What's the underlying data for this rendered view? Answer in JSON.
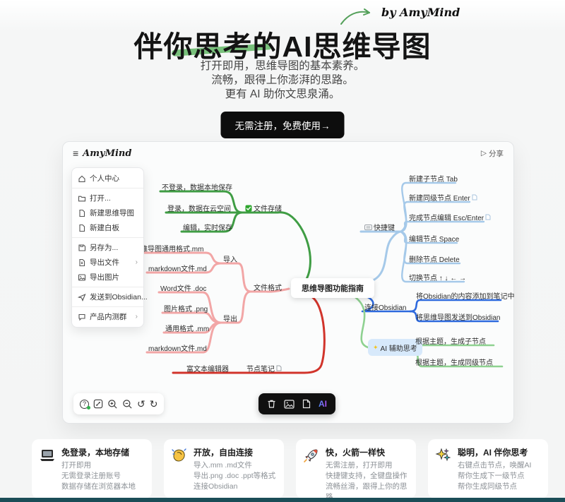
{
  "hero": {
    "byline": "by AmyMind",
    "title": "伴你思考的AI思维导图",
    "subtitle_lines": [
      "打开即用，思维导图的基本素养。",
      "流畅，跟得上你澎湃的思路。",
      "更有 AI 助你文思泉涌。"
    ],
    "cta_label": "无需注册，免费使用→",
    "accent_green": "#61b765"
  },
  "window": {
    "logo": "AmyMind",
    "share_label": "分享",
    "glyphs": {
      "hamburger": "≡",
      "share": "▷",
      "chevron": "›",
      "undo": "↺",
      "redo": "↻",
      "help": "?",
      "sparkle": "✦"
    },
    "menu_items": [
      {
        "icon": "home-icon",
        "label": "个人中心"
      },
      {
        "icon": "folder-open-icon",
        "label": "打开..."
      },
      {
        "icon": "file-icon",
        "label": "新建思维导图"
      },
      {
        "icon": "file-icon",
        "label": "新建白板"
      },
      {
        "icon": "save-icon",
        "label": "另存为..."
      },
      {
        "icon": "file-export-icon",
        "label": "导出文件"
      },
      {
        "icon": "image-file-icon",
        "label": "导出图片"
      },
      {
        "icon": "send-icon",
        "label": "发送到Obsidian..."
      },
      {
        "icon": "chat-icon",
        "label": "产品内测群"
      }
    ],
    "mindmap": {
      "center": "思维导图功能指南",
      "storage": {
        "label": "文件存储",
        "color": "#3f9d44",
        "children": [
          "不登录，数据本地保存",
          "登录，数据在云空间",
          "编辑，实时保存"
        ]
      },
      "format": {
        "label": "文件格式",
        "color": "#f2a6a6",
        "import_label": "导入",
        "import_children": [
          "思维导图通用格式.mm",
          "markdown文件.md"
        ],
        "export_label": "导出",
        "export_children": [
          "Word文件 .doc",
          "图片格式 .png",
          "通用格式 .mm",
          "markdown文件.md"
        ]
      },
      "note": {
        "label": "节点笔记",
        "color": "#d1342b",
        "children": [
          "富文本编辑器"
        ]
      },
      "shortcuts": {
        "label": "快捷键",
        "color": "#a5c9e9",
        "children": [
          "新建子节点 Tab",
          "新建同级节点 Enter",
          "完成节点编辑 Esc/Enter",
          "编辑节点 Space",
          "删除节点 Delete",
          "切换节点 ↑ ↓ ← →"
        ]
      },
      "obsidian": {
        "label": "连接Obsidian",
        "color": "#2e6ade",
        "children": [
          "将Obsidian的内容添加到笔记中",
          "将思维导图发送到Obsidian"
        ]
      },
      "ai": {
        "label": "AI 辅助思考",
        "color": "#8ed190",
        "children": [
          "根据主题，生成子节点",
          "根据主题，生成同级节点"
        ]
      }
    },
    "toolbar": {
      "ai_label": "AI"
    }
  },
  "cards": [
    {
      "icon": "laptop-icon",
      "title": "免登录，本地存储",
      "lines": [
        "打开即用",
        "无需登录注册账号",
        "数据存储在浏览器本地"
      ]
    },
    {
      "icon": "clap-icon",
      "title": "开放，自由连接",
      "lines": [
        "导入.mm .md文件",
        "导出.png .doc .ppt等格式",
        "连接Obsidian"
      ]
    },
    {
      "icon": "rocket-icon",
      "title": "快，火箭一样快",
      "lines": [
        "无需注册，打开即用",
        "快捷键支持，全键盘操作",
        "流畅丝滑，跟得上你的思路"
      ]
    },
    {
      "icon": "sparkles-icon",
      "title": "聪明，AI 伴你思考",
      "lines": [
        "右键点击节点，唤醒AI",
        "帮你生成下一级节点",
        "帮你生成同级节点"
      ]
    }
  ]
}
